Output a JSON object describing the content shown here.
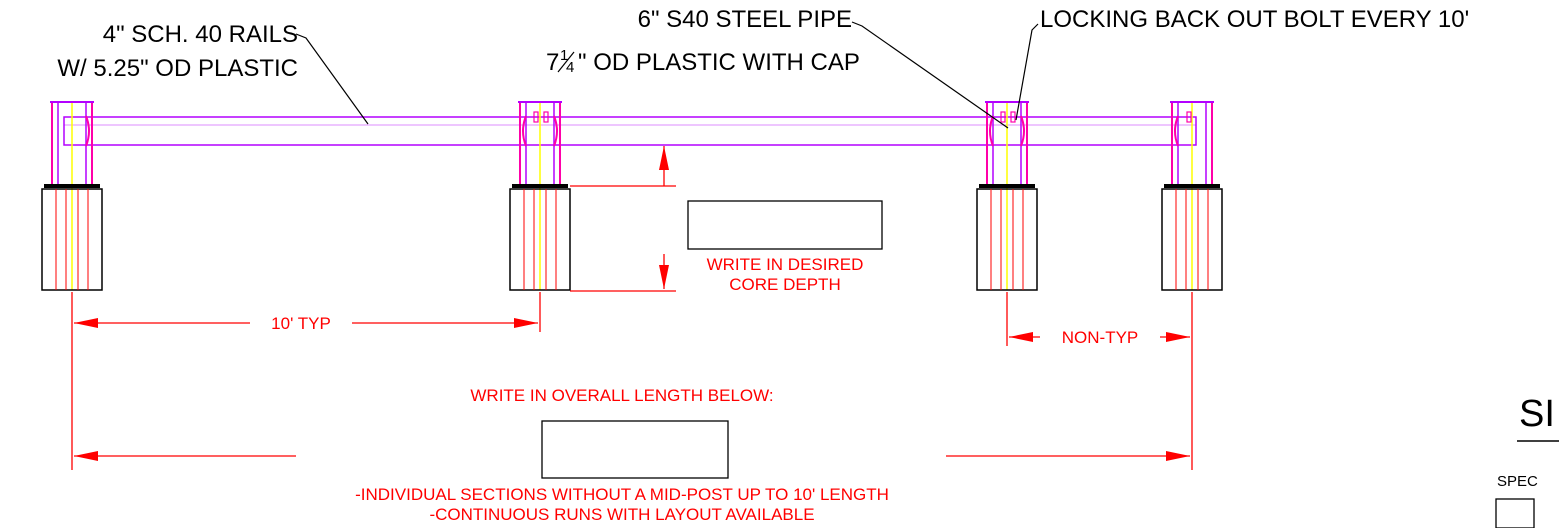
{
  "colors": {
    "line": "#000000",
    "dimension": "#ff0000",
    "rail": "#b300ff",
    "post": "#ff00aa",
    "centerline": "#ffff00"
  },
  "labels": {
    "rails_line1": "4\" SCH. 40 RAILS",
    "rails_line2": "W/ 5.25\" OD PLASTIC",
    "pipe_line1": "6\" S40 STEEL PIPE",
    "pipe_line2_prefix": "7",
    "pipe_line2_num": "1",
    "pipe_line2_den": "4",
    "pipe_line2_suffix": "\" OD PLASTIC WITH CAP",
    "bolt": "LOCKING BACK OUT BOLT EVERY 10'"
  },
  "dimensions": {
    "typical": "10' TYP",
    "non_typical": "NON-TYP",
    "core_depth_line1": "WRITE IN DESIRED",
    "core_depth_line2": "CORE DEPTH",
    "overall_label": "WRITE IN OVERALL LENGTH BELOW:",
    "note1": "-INDIVIDUAL SECTIONS WITHOUT A MID-POST UP TO 10' LENGTH",
    "note2": "-CONTINUOUS RUNS WITH LAYOUT AVAILABLE"
  },
  "title_block": {
    "heading": "SI",
    "spec": "SPEC"
  }
}
